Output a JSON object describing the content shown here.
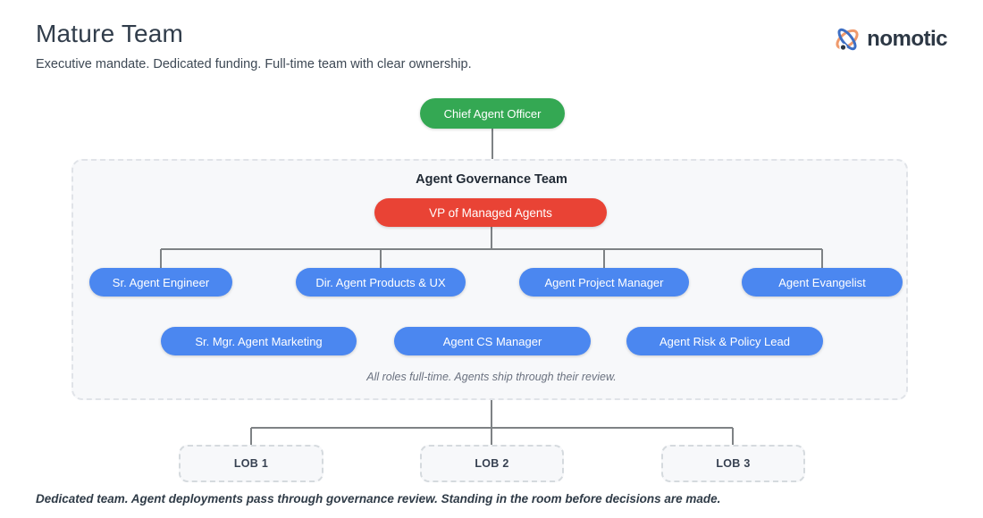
{
  "page": {
    "title": "Mature Team",
    "subtitle": "Executive mandate. Dedicated funding. Full-time team with clear ownership.",
    "footer": "Dedicated team. Agent deployments pass through governance review. Standing in the room before decisions are made."
  },
  "brand": {
    "name": "nomotic",
    "icon": "atom-orbit-icon"
  },
  "org_chart": {
    "root": {
      "label": "Chief Agent Officer"
    },
    "governance_group": {
      "title": "Agent Governance Team",
      "lead": {
        "label": "VP of Managed Agents"
      },
      "members_row1": [
        {
          "label": "Sr. Agent Engineer"
        },
        {
          "label": "Dir. Agent Products & UX"
        },
        {
          "label": "Agent Project Manager"
        },
        {
          "label": "Agent Evangelist"
        }
      ],
      "members_row2": [
        {
          "label": "Sr. Mgr. Agent Marketing"
        },
        {
          "label": "Agent CS Manager"
        },
        {
          "label": "Agent Risk & Policy Lead"
        }
      ],
      "note": "All roles full-time. Agents ship through their review."
    },
    "lobs": [
      {
        "label": "LOB 1"
      },
      {
        "label": "LOB 2"
      },
      {
        "label": "LOB 3"
      }
    ]
  },
  "colors": {
    "root_node": "#34a853",
    "lead_node": "#e94335",
    "member_node": "#4b87f0",
    "connector": "#7e8285",
    "brand_text": "#2d3845",
    "brand_orange": "#ef9a6d",
    "brand_blue": "#3e6fc4"
  }
}
